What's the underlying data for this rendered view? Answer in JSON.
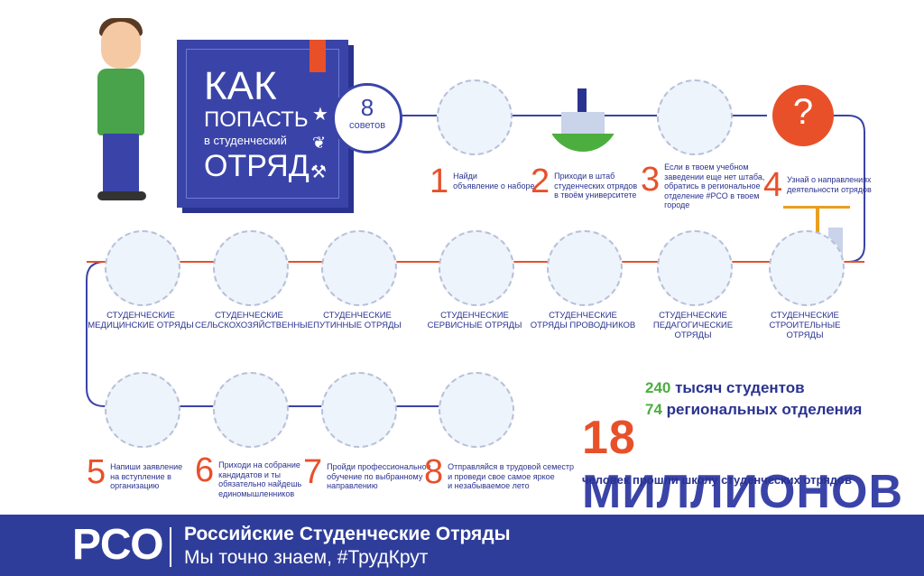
{
  "book": {
    "line1": "КАК",
    "line2": "ПОПАСТЬ",
    "line3": "в студенческий",
    "line4": "ОТРЯД"
  },
  "badge": {
    "number": "8",
    "label": "советов"
  },
  "steps": [
    {
      "n": "1",
      "text": "Найди\nобъявление о наборе"
    },
    {
      "n": "2",
      "text": "Приходи в штаб\nстуденческих отрядов\nв твоём университете"
    },
    {
      "n": "3",
      "text": "Если в твоем учебном\nзаведении еще нет штаба,\nобратись в региональное\nотделение #РСО в твоем\nгороде"
    },
    {
      "n": "4",
      "text": "Узнай о направлениях\nдеятельности отрядов"
    },
    {
      "n": "5",
      "text": "Напиши заявление\nна вступление в\nорганизацию"
    },
    {
      "n": "6",
      "text": "Приходи на собрание\nкандидатов и ты\nобязательно найдешь\nединомышленников"
    },
    {
      "n": "7",
      "text": "Пройди профессиональное\nобучение по выбранному\nнаправлению"
    },
    {
      "n": "8",
      "text": "Отправляйся в трудовой семестр\nи проведи свое самое яркое\nи незабываемое лето"
    }
  ],
  "directions": [
    "СТУДЕНЧЕСКИЕ\nМЕДИЦИНСКИЕ ОТРЯДЫ",
    "СТУДЕНЧЕСКИЕ\nСЕЛЬСКОХОЗЯЙСТВЕННЫЕ",
    "СТУДЕНЧЕСКИЕ\nПУТИННЫЕ ОТРЯДЫ",
    "СТУДЕНЧЕСКИЕ\nСЕРВИСНЫЕ ОТРЯДЫ",
    "СТУДЕНЧЕСКИЕ\nОТРЯДЫ ПРОВОДНИКОВ",
    "СТУДЕНЧЕСКИЕ\nПЕДАГОГИЧЕСКИЕ ОТРЯДЫ",
    "СТУДЕНЧЕСКИЕ\nСТРОИТЕЛЬНЫЕ ОТРЯДЫ"
  ],
  "stats": {
    "students_num": "240",
    "students_text": "тысяч студентов",
    "regions_num": "74",
    "regions_text": "региональных отделения",
    "big_num": "18",
    "big_word": "МИЛЛИОНОВ",
    "sub": "человек  прошли школу студенческих отрядов"
  },
  "question_mark": "?",
  "footer": {
    "logo": "РСО",
    "line1": "Российские Студенческие Отряды",
    "line2": "Мы точно знаем, #ТрудКрут"
  },
  "colors": {
    "blue": "#3a44a8",
    "orange": "#e8502a",
    "green": "#4cae3f",
    "footer": "#2f3d9a"
  }
}
